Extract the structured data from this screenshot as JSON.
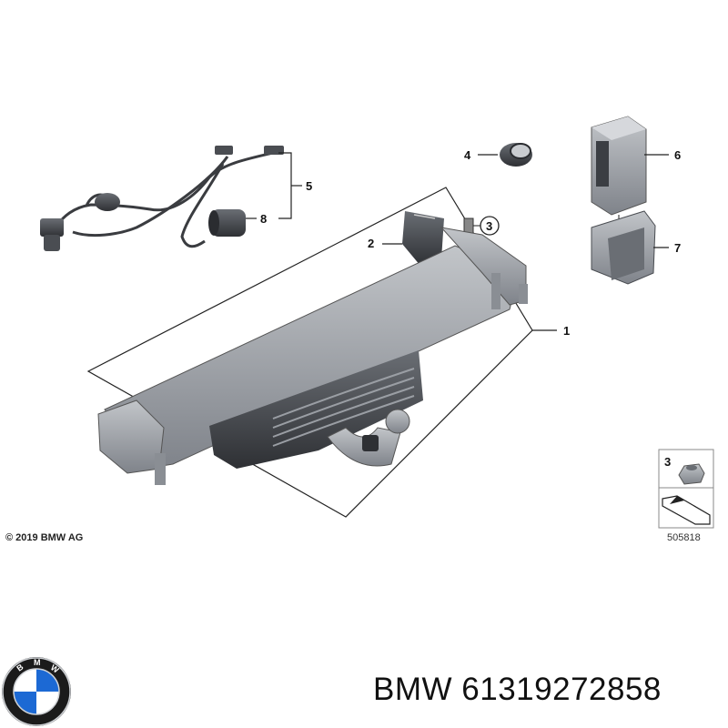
{
  "diagram": {
    "callouts": [
      "1",
      "2",
      "3",
      "4",
      "5",
      "6",
      "7",
      "8"
    ],
    "inset": {
      "callout": "3",
      "code": "505818"
    },
    "copyright": "© 2019 BMW AG"
  },
  "footer": {
    "brand": "BMW",
    "part_number": "61319272858",
    "logo_icon": "bmw-roundel-icon"
  },
  "colors": {
    "part_fill": "#9a9ea4",
    "part_dark": "#3f4247",
    "line": "#222222",
    "logo_blue": "#1c69d4"
  }
}
